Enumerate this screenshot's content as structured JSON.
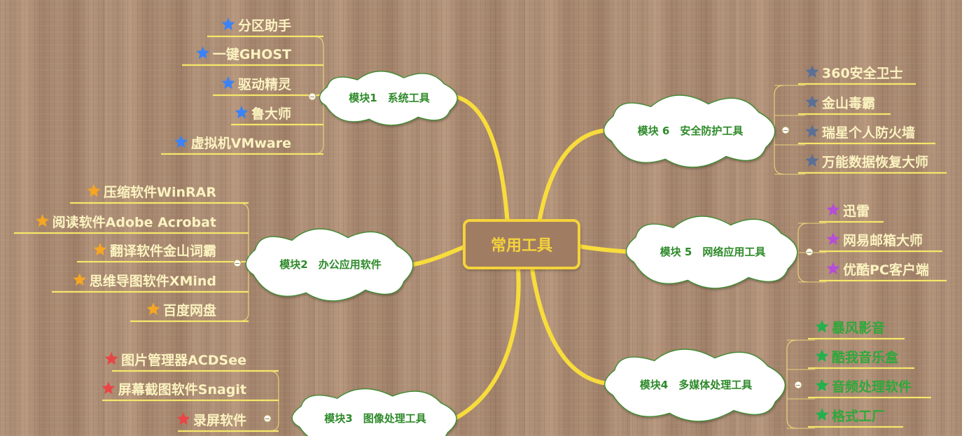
{
  "center": {
    "label": "常用工具"
  },
  "modules": [
    {
      "id": "m1",
      "label": "模块1　系统工具",
      "star_color": "#3b82f6",
      "text_style": "light",
      "items": [
        "分区助手",
        "一键GHOST",
        "驱动精灵",
        "鲁大师",
        "虚拟机VMware"
      ]
    },
    {
      "id": "m2",
      "label": "模块2　办公应用软件",
      "star_color": "#f5a623",
      "text_style": "light",
      "items": [
        "压缩软件WinRAR",
        "阅读软件Adobe  Acrobat",
        "翻译软件金山词霸",
        "思维导图软件XMind",
        "百度网盘"
      ]
    },
    {
      "id": "m3",
      "label": "模块3　图像处理工具",
      "star_color": "#e94545",
      "text_style": "light",
      "items": [
        "图片管理器ACDSee",
        "屏幕截图软件Snagit",
        "录屏软件"
      ]
    },
    {
      "id": "m6",
      "label": "模块 6　安全防护工具",
      "star_color": "#5a6f96",
      "text_style": "light",
      "items": [
        "360安全卫士",
        "金山毒霸",
        "瑞星个人防火墙",
        "万能数据恢复大师"
      ]
    },
    {
      "id": "m5",
      "label": "模块 5　网络应用工具",
      "star_color": "#b64ed6",
      "text_style": "light",
      "items": [
        "迅雷",
        "网易邮箱大师",
        "优酷PC客户端"
      ]
    },
    {
      "id": "m4",
      "label": "模块4　多媒体处理工具",
      "star_color": "#22b14c",
      "text_style": "green",
      "items": [
        "暴风影音",
        "酷我音乐盒",
        "音频处理软件",
        "格式工厂"
      ]
    }
  ],
  "colors": {
    "branch": "#f8dc3c",
    "center_border": "#f5d33b",
    "center_fill": "#a07d62",
    "cloud_fill": "#ffffff",
    "cloud_stroke": "#3c8a2e",
    "bracket": "#e8d27a",
    "underline": "#f6e66a"
  },
  "collapse_symbol": "−"
}
